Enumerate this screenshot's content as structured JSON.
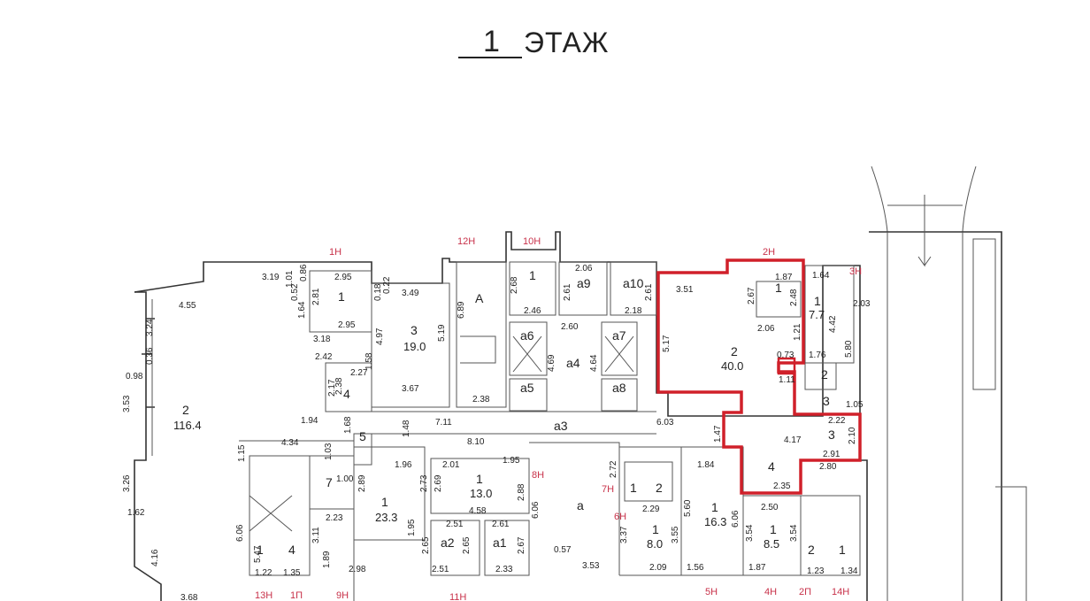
{
  "title": {
    "number": "1",
    "word": "ЭТАЖ"
  },
  "unit_labels": [
    "1Н",
    "12Н",
    "10Н",
    "2Н",
    "3Н",
    "8Н",
    "7Н",
    "6Н",
    "13Н",
    "1П",
    "9Н",
    "11Н",
    "5Н",
    "4Н",
    "2П",
    "14Н"
  ],
  "rooms": [
    {
      "num": "1",
      "area": ""
    },
    {
      "num": "2",
      "area": "116.4"
    },
    {
      "num": "3",
      "area": "19.0"
    },
    {
      "num": "4",
      "area": ""
    },
    {
      "num": "5",
      "area": ""
    },
    {
      "num": "7",
      "area": ""
    },
    {
      "num": "1",
      "area": "23.3"
    },
    {
      "num": "1",
      "area": "13.0"
    },
    {
      "num": "1",
      "area": ""
    },
    {
      "num": "4",
      "area": ""
    },
    {
      "num": "A",
      "area": ""
    },
    {
      "num": "1",
      "area": ""
    },
    {
      "num": "a9",
      "area": ""
    },
    {
      "num": "a10",
      "area": ""
    },
    {
      "num": "a6",
      "area": ""
    },
    {
      "num": "a5",
      "area": ""
    },
    {
      "num": "a4",
      "area": ""
    },
    {
      "num": "a7",
      "area": ""
    },
    {
      "num": "a8",
      "area": ""
    },
    {
      "num": "a3",
      "area": ""
    },
    {
      "num": "a",
      "area": ""
    },
    {
      "num": "a2",
      "area": ""
    },
    {
      "num": "a1",
      "area": ""
    },
    {
      "num": "2",
      "area": "40.0"
    },
    {
      "num": "1",
      "area": ""
    },
    {
      "num": "1",
      "area": "7.7"
    },
    {
      "num": "2",
      "area": ""
    },
    {
      "num": "3",
      "area": ""
    },
    {
      "num": "3",
      "area": ""
    },
    {
      "num": "4",
      "area": ""
    },
    {
      "num": "1",
      "area": ""
    },
    {
      "num": "2",
      "area": ""
    },
    {
      "num": "1",
      "area": "8.0"
    },
    {
      "num": "1",
      "area": "16.3"
    },
    {
      "num": "1",
      "area": "8.5"
    },
    {
      "num": "2",
      "area": ""
    },
    {
      "num": "1",
      "area": ""
    }
  ],
  "dimensions": [
    "3.19",
    "4.55",
    "1.01",
    "2.95",
    "0.86",
    "2.81",
    "0.52",
    "1.64",
    "2.95",
    "3.18",
    "3.49",
    "0.18",
    "0.22",
    "5.19",
    "4.97",
    "3.24",
    "0.98",
    "0.36",
    "3.53",
    "2.42",
    "2.27",
    "2.38",
    "2.17",
    "3.67",
    "1.58",
    "1.94",
    "1.68",
    "4.34",
    "1.96",
    "7.11",
    "8.10",
    "2.38",
    "6.89",
    "2.68",
    "2.46",
    "2.06",
    "2.61",
    "2.18",
    "2.61",
    "2.60",
    "4.69",
    "4.64",
    "1.48",
    "1.15",
    "1.03",
    "1.00",
    "2.89",
    "2.73",
    "2.69",
    "2.01",
    "1.95",
    "2.88",
    "4.58",
    "2.51",
    "2.61",
    "6.06",
    "3.26",
    "1.62",
    "2.23",
    "3.11",
    "1.95",
    "2.65",
    "2.65",
    "2.67",
    "5.47",
    "6.06",
    "2.98",
    "2.51",
    "2.33",
    "3.53",
    "4.16",
    "3.68",
    "1.22",
    "1.35",
    "1.89",
    "0.57",
    "3.51",
    "2.67",
    "1.87",
    "2.48",
    "5.17",
    "2.06",
    "1.64",
    "4.42",
    "2.03",
    "5.80",
    "1.76",
    "1.05",
    "1.21",
    "6.03",
    "1.47",
    "4.17",
    "2.22",
    "2.10",
    "2.91",
    "2.80",
    "2.72",
    "1.84",
    "2.29",
    "3.37",
    "3.55",
    "5.60",
    "6.06",
    "2.09",
    "1.56",
    "2.50",
    "3.54",
    "3.54",
    "1.87",
    "2.35",
    "1.23",
    "1.34",
    "0.73",
    "1.11"
  ],
  "colors": {
    "highlight": "#d0202a",
    "unit_label": "#c8324a",
    "line": "#333333"
  }
}
